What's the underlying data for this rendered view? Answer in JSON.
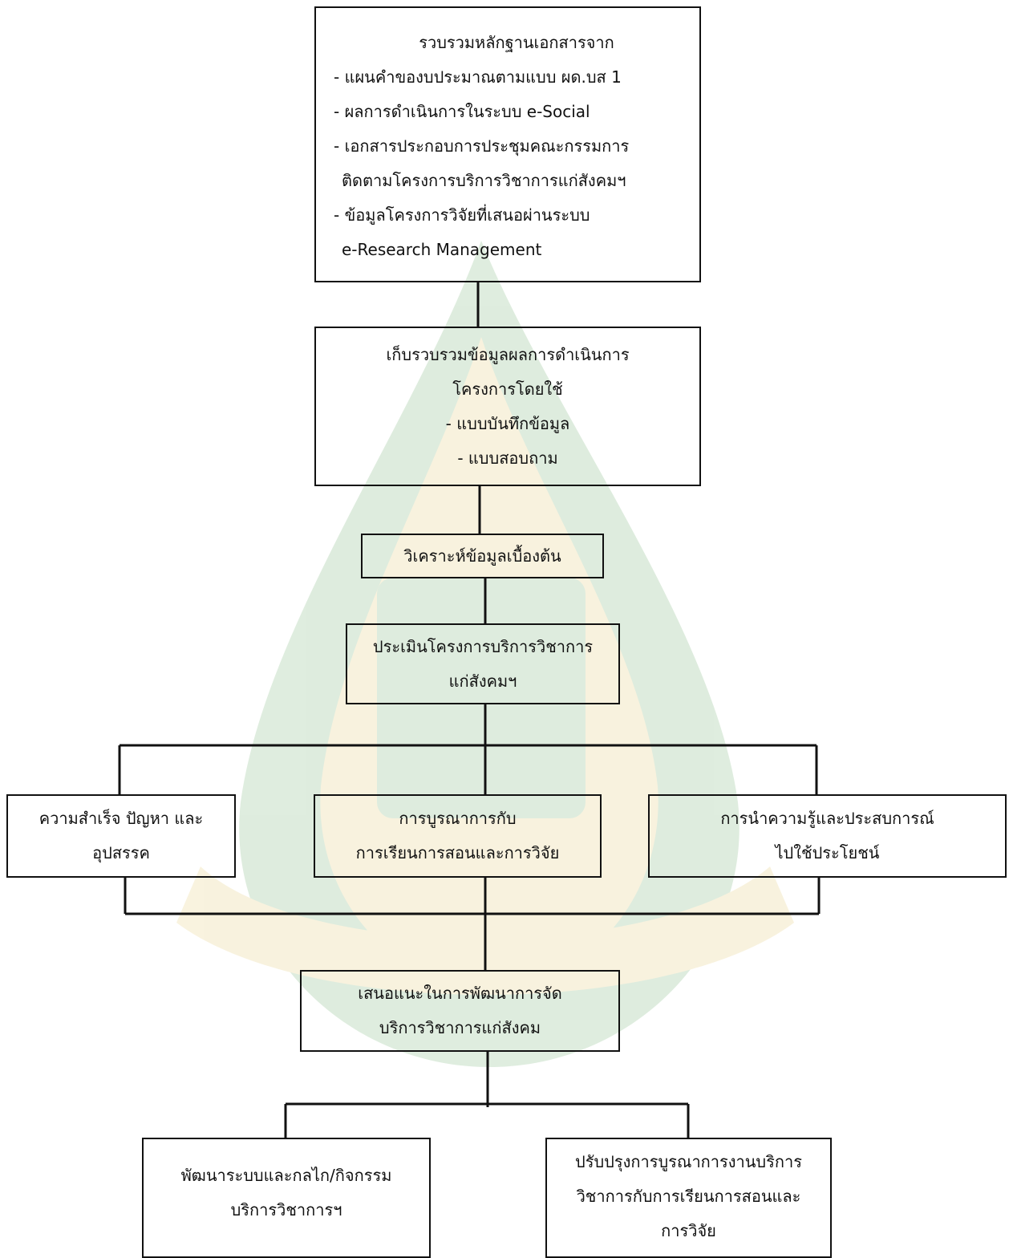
{
  "watermark": {
    "colors": {
      "green": "#3a8f3a",
      "gold": "#d9b33a"
    }
  },
  "boxes": {
    "sources": {
      "lines": [
        "รวบรวมหลักฐานเอกสารจาก",
        "- แผนคำของบประมาณตามแบบ ผด.บส 1",
        "- ผลการดำเนินการในระบบ e-Social",
        "- เอกสารประกอบการประชุมคณะกรรมการ",
        "ติดตามโครงการบริการวิชาการแก่สังคมฯ",
        "- ข้อมูลโครงการวิจัยที่เสนอผ่านระบบ",
        "e-Research Management"
      ]
    },
    "collect": {
      "lines": [
        "เก็บรวบรวมข้อมูลผลการดำเนินการ",
        "โครงการโดยใช้",
        "- แบบบันทึกข้อมูล",
        "- แบบสอบถาม"
      ]
    },
    "analyze": {
      "lines": [
        "วิเคราะห์ข้อมูลเบื้องต้น"
      ]
    },
    "evaluate": {
      "lines": [
        "ประเมินโครงการบริการวิชาการ",
        "แก่สังคมฯ"
      ]
    },
    "success": {
      "lines": [
        "ความสำเร็จ ปัญหา และ",
        "อุปสรรค"
      ]
    },
    "integration": {
      "lines": [
        "การบูรณาการกับ",
        "การเรียนการสอนและการวิจัย"
      ]
    },
    "application": {
      "lines": [
        "การนำความรู้และประสบการณ์",
        "ไปใช้ประโยชน์"
      ]
    },
    "suggest": {
      "lines": [
        "เสนอแนะในการพัฒนาการจัด",
        "บริการวิชาการแก่สังคม"
      ]
    },
    "develop": {
      "lines": [
        "พัฒนาระบบและกลไก/กิจกรรม",
        "บริการวิชาการฯ"
      ]
    },
    "improve": {
      "lines": [
        "ปรับปรุงการบูรณาการงานบริการ",
        "วิชาการกับการเรียนการสอนและ",
        "การวิจัย"
      ]
    }
  }
}
